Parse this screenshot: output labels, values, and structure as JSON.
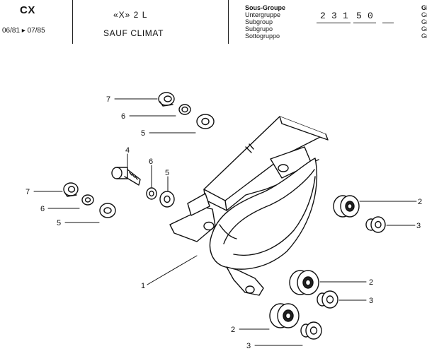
{
  "header": {
    "model": "CX",
    "dates": "06/81 ▸ 07/85",
    "description_line1": "«X» 2 L",
    "description_line2": "SAUF CLIMAT",
    "subgroup_labels": [
      "Sous-Groupe",
      "Untergruppe",
      "Subgroup",
      "Subgrupo",
      "Sottogruppo"
    ],
    "code_digits": [
      "2",
      "3",
      "1",
      "5",
      "0"
    ],
    "edge_labels": [
      "Gi",
      "Gr",
      "Gr",
      "Gr",
      "Gr"
    ]
  },
  "callouts": {
    "c1": "1",
    "c2a": "2",
    "c2b": "2",
    "c2c": "2",
    "c3a": "3",
    "c3b": "3",
    "c3c": "3",
    "c4": "4",
    "c5a": "5",
    "c5b": "5",
    "c5c": "5",
    "c6a": "6",
    "c6b": "6",
    "c6c": "6",
    "c7a": "7",
    "c7b": "7"
  }
}
